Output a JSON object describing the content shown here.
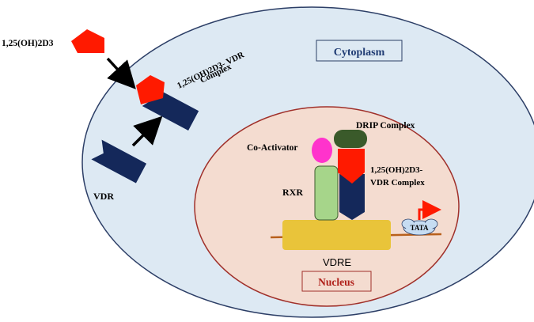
{
  "labels": {
    "ligand": "1,25(OH)2D3",
    "complex_cyto_line1": "1,25(OH)2D3- VDR",
    "complex_cyto_line2": "Complex",
    "cytoplasm": "Cytoplasm",
    "vdr": "VDR",
    "drip": "DRIP Complex",
    "coactivator": "Co-Activator",
    "rxr": "RXR",
    "complex_nuc_line1": "1,25(OH)2D3-",
    "complex_nuc_line2": "VDR Complex",
    "tata": "TATA",
    "vdre": "VDRE",
    "nucleus": "Nucleus"
  },
  "colors": {
    "cell_fill": "#dde9f3",
    "cell_border": "#2c3e66",
    "nucleus_fill": "#f4dcd0",
    "nucleus_border": "#a0302a",
    "ligand_red": "#ff1a00",
    "receptor_navy": "#14285a",
    "rxr_green": "#a6d58a",
    "coactivator_pink": "#ff33cc",
    "drip_green": "#3a5a2a",
    "vdre_yellow": "#e9c43a",
    "dna_line": "#b8601c",
    "tata_cloud": "#c6dcf2",
    "nucleus_label": "#b0201a",
    "cytoplasm_label": "#1f3b73"
  },
  "icons": [
    "ligand-pentagon-icon",
    "arrow-icon",
    "vdr-receptor-icon",
    "transcription-start-arrow-icon"
  ]
}
